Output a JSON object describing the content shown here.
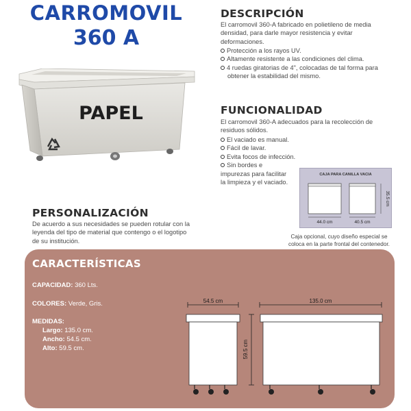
{
  "title": {
    "line1": "CARROMOVIL",
    "line2": "360 A"
  },
  "bin": {
    "label": "PAPEL",
    "recycle_icon": "recycle-icon"
  },
  "descripcion": {
    "heading": "DESCRIPCIÓN",
    "lines": [
      "El carromovil 360-A fabricado en polietileno de media",
      "densidad, para darle mayor resistencia y evitar",
      "deformaciones."
    ],
    "bullets": [
      "Protección a los rayos UV.",
      "Altamente resistente a las condiciones del clima.",
      "4 ruedas giratorias de 4\", colocadas de tal forma para",
      "obtener la estabilidad del mismo."
    ]
  },
  "funcionalidad": {
    "heading": "FUNCIONALIDAD",
    "lines": [
      "El carromovil 360-A adecuados para la recolección de",
      "residuos sólidos."
    ],
    "bullets": [
      "El vaciado es manual.",
      "Fácil de lavar.",
      "Evita focos de infección.",
      "Sin bordes e",
      "impurezas para facilitar",
      "la limpieza y el vaciado."
    ]
  },
  "caja": {
    "title": "CAJA PARA CANILLA VACIA",
    "width1": "44.0 cm",
    "width2": "40.5 cm",
    "height": "35.5 cm",
    "caption_line1": "Caja opcional, cuyo diseño especial se",
    "caption_line2": "coloca en la parte frontal del contenedor."
  },
  "personalizacion": {
    "heading": "PERSONALIZACIÓN",
    "lines": [
      "De acuerdo a sus necesidades se pueden rotular con la",
      "leyenda del tipo de material que contengo o el logotipo",
      "de su institución."
    ]
  },
  "caracteristicas": {
    "heading": "CARACTERÍSTICAS",
    "capacidad_label": "CAPACIDAD:",
    "capacidad_value": "360 Lts.",
    "colores_label": "COLORES:",
    "colores_value": "Verde, Gris.",
    "medidas_label": "MEDIDAS:",
    "largo_label": "Largo:",
    "largo_value": "135.0 cm.",
    "ancho_label": "Ancho:",
    "ancho_value": "54.5 cm.",
    "alto_label": "Alto:",
    "alto_value": "59.5 cm.",
    "dim_width_side": "54.5 cm",
    "dim_width_front": "135.0 cm",
    "dim_height": "59.5 cm"
  }
}
